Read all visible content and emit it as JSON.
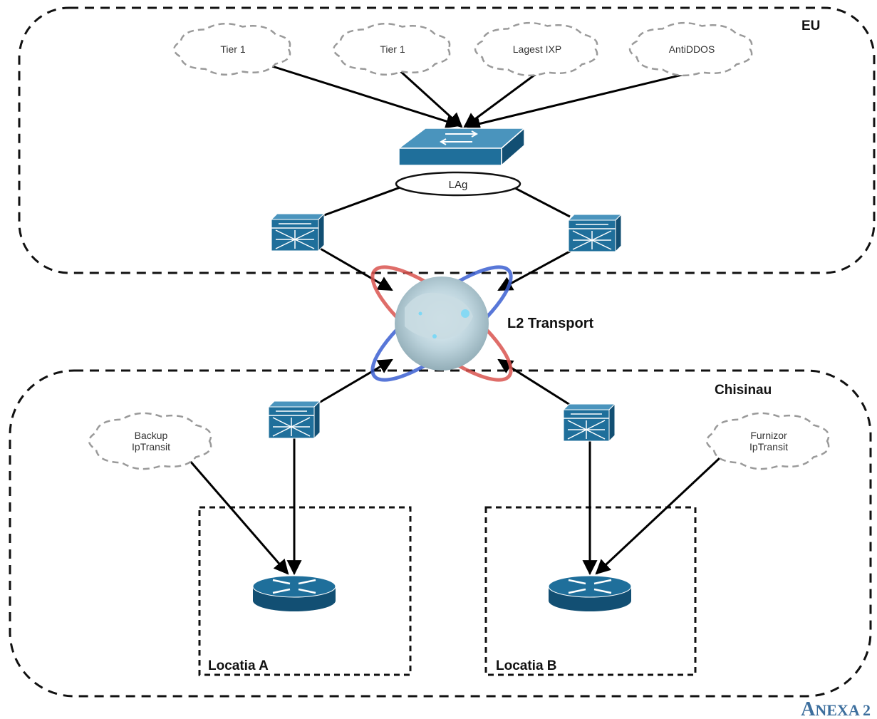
{
  "regions": {
    "eu": "EU",
    "chisinau": "Chisinau",
    "locatia_a": "Locatia A",
    "locatia_b": "Locatia B"
  },
  "clouds": {
    "tier1_a": [
      "Tier 1"
    ],
    "tier1_b": [
      "Tier 1"
    ],
    "ixp": [
      "Lagest IXP"
    ],
    "antiddos": [
      "AntiDDOS"
    ],
    "backup": [
      "Backup",
      "IpTransit"
    ],
    "furnizor": [
      "Furnizor",
      "IpTransit"
    ]
  },
  "lag_label": "LAg",
  "transport_label": "L2 Transport",
  "annex": {
    "first": "A",
    "rest": "NEXA 2"
  },
  "colors": {
    "device": "#1f6f9b",
    "device_dark": "#124f73",
    "device_light": "#4a94bd",
    "cloud_stroke": "#9a9a9a",
    "annex": "#3d6f9e"
  },
  "icons": {
    "core_switch": "l3-switch-icon",
    "edge_switch": "multilayer-switch-icon",
    "router": "router-icon",
    "transport": "globe-transport-icon"
  }
}
